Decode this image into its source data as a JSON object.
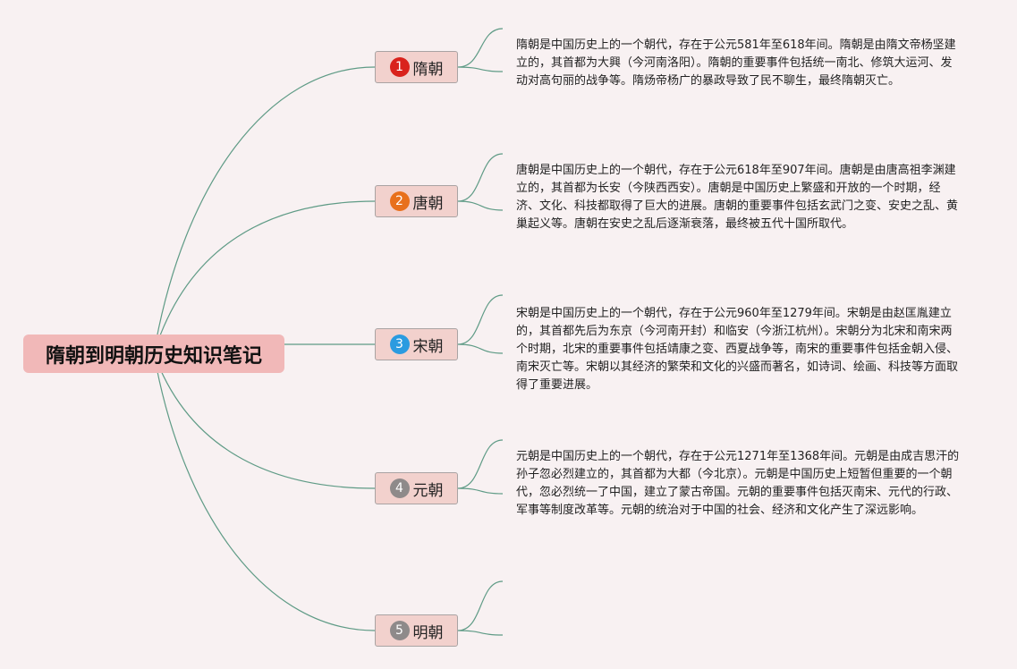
{
  "root": {
    "title": "隋朝到明朝历史知识笔记"
  },
  "colors": {
    "background": "#f8f1f2",
    "root_fill": "#f1b8b8",
    "topic_fill": "#f2d1cd",
    "topic_border": "#a9a3a3",
    "connector": "#5f9b86"
  },
  "topics": [
    {
      "number": "1",
      "label": "隋朝",
      "badge_color": "#d9221c",
      "note": "隋朝是中国历史上的一个朝代，存在于公元581年至618年间。隋朝是由隋文帝杨坚建立的，其首都为大興（今河南洛阳）。隋朝的重要事件包括统一南北、修筑大运河、发动对高句丽的战争等。隋炀帝杨广的暴政导致了民不聊生，最终隋朝灭亡。"
    },
    {
      "number": "2",
      "label": "唐朝",
      "badge_color": "#e8701c",
      "note": "唐朝是中国历史上的一个朝代，存在于公元618年至907年间。唐朝是由唐高祖李渊建立的，其首都为长安（今陕西西安）。唐朝是中国历史上繁盛和开放的一个时期，经济、文化、科技都取得了巨大的进展。唐朝的重要事件包括玄武门之变、安史之乱、黄巢起义等。唐朝在安史之乱后逐渐衰落，最终被五代十国所取代。"
    },
    {
      "number": "3",
      "label": "宋朝",
      "badge_color": "#2b9be0",
      "note": "宋朝是中国历史上的一个朝代，存在于公元960年至1279年间。宋朝是由赵匡胤建立的，其首都先后为东京（今河南开封）和临安（今浙江杭州）。宋朝分为北宋和南宋两个时期，北宋的重要事件包括靖康之变、西夏战争等，南宋的重要事件包括金朝入侵、南宋灭亡等。宋朝以其经济的繁荣和文化的兴盛而著名，如诗词、绘画、科技等方面取得了重要进展。"
    },
    {
      "number": "4",
      "label": "元朝",
      "badge_color": "#8e8a8a",
      "note": "元朝是中国历史上的一个朝代，存在于公元1271年至1368年间。元朝是由成吉思汗的孙子忽必烈建立的，其首都为大都（今北京）。元朝是中国历史上短暂但重要的一个朝代，忽必烈统一了中国，建立了蒙古帝国。元朝的重要事件包括灭南宋、元代的行政、军事等制度改革等。元朝的统治对于中国的社会、经济和文化产生了深远影响。"
    },
    {
      "number": "5",
      "label": "明朝",
      "badge_color": "#8e8a8a",
      "note": ""
    }
  ]
}
